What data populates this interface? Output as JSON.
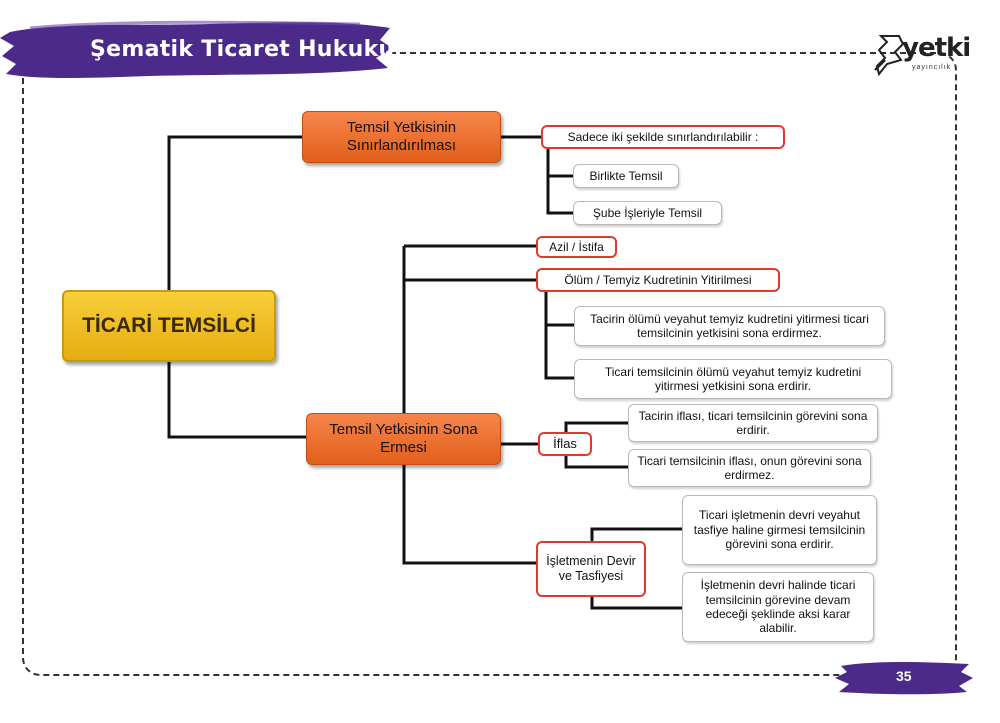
{
  "header": {
    "title": "Şematik Ticaret Hukuku"
  },
  "logo": {
    "brand": "yetki",
    "sub": "yayıncılık"
  },
  "page": {
    "number": "35"
  },
  "colors": {
    "banner": "#4b2a8a",
    "main_node": "#f2bf27",
    "branch_node": "#ef6d2d",
    "red_border": "#e03a2a"
  },
  "diagram": {
    "root": "TİCARİ TEMSİLCİ",
    "branch1": {
      "label": "Temsil Yetkisinin Sınırlandırılması",
      "intro": "Sadece iki şekilde sınırlandırılabilir :",
      "items": [
        "Birlikte Temsil",
        "Şube İşleriyle Temsil"
      ]
    },
    "branch2": {
      "label": "Temsil Yetkisinin Sona Ermesi",
      "azil": "Azil / İstifa",
      "olum": {
        "label": "Ölüm / Temyiz Kudretinin Yitirilmesi",
        "items": [
          "Tacirin ölümü veyahut temyiz kudretini yitirmesi ticari temsilcinin yetkisini sona erdirmez.",
          "Ticari temsilcinin ölümü veyahut temyiz kudretini yitirmesi yetkisini sona erdirir."
        ]
      },
      "iflas": {
        "label": "İflas",
        "items": [
          "Tacirin iflası, ticari temsilcinin görevini sona erdirir.",
          "Ticari temsilcinin iflası, onun görevini sona erdirmez."
        ]
      },
      "devir": {
        "label": "İşletmenin Devir ve Tasfiyesi",
        "items": [
          "Ticari işletmenin devri veyahut tasfiye haline girmesi temsilcinin görevini sona erdirir.",
          "İşletmenin devri halinde ticari temsilcinin görevine devam edeceği şeklinde aksi karar alabilir."
        ]
      }
    }
  }
}
